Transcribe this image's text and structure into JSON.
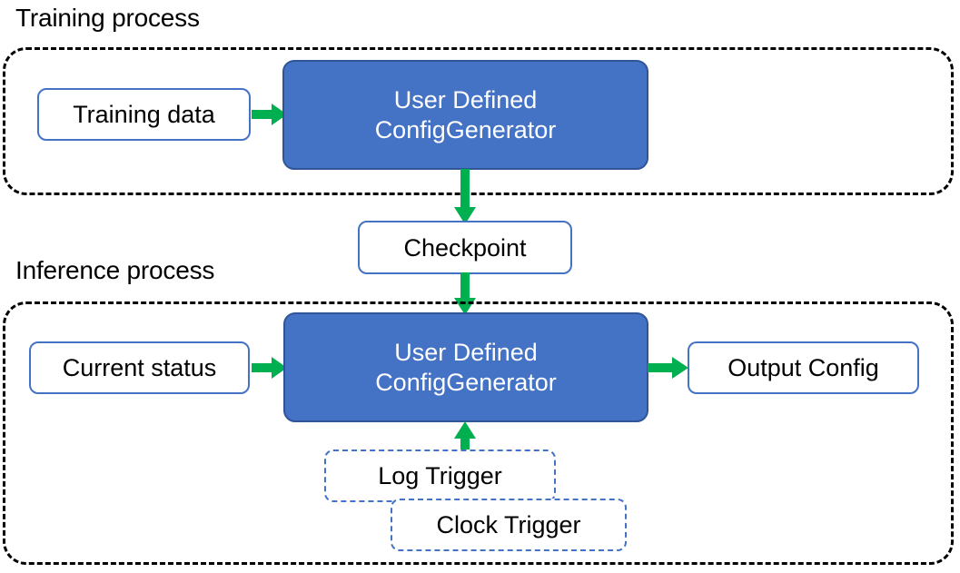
{
  "diagram": {
    "title_training": "Training process",
    "title_inference": "Inference process",
    "accent_green": "#00B050",
    "node_blue_fill": "#4472C4",
    "node_blue_border": "#2F5597",
    "node_outline_border": "#4472C4",
    "container_border": "#000000",
    "background": "#ffffff"
  },
  "training": {
    "input": {
      "label": "Training data"
    },
    "processor": {
      "label_line1": "User Defined",
      "label_line2": "ConfigGenerator"
    }
  },
  "checkpoint": {
    "label": "Checkpoint"
  },
  "inference": {
    "input": {
      "label": "Current status"
    },
    "processor": {
      "label_line1": "User Defined",
      "label_line2": "ConfigGenerator"
    },
    "output": {
      "label": "Output Config"
    },
    "triggers": [
      {
        "label": "Log Trigger"
      },
      {
        "label": "Clock Trigger"
      }
    ]
  },
  "arrows": [
    {
      "name": "training-data-to-generator",
      "direction": "right"
    },
    {
      "name": "training-generator-to-checkpoint",
      "direction": "down"
    },
    {
      "name": "checkpoint-to-inference-generator",
      "direction": "down"
    },
    {
      "name": "current-status-to-generator",
      "direction": "right"
    },
    {
      "name": "generator-to-output-config",
      "direction": "right"
    },
    {
      "name": "triggers-to-generator",
      "direction": "up"
    }
  ]
}
